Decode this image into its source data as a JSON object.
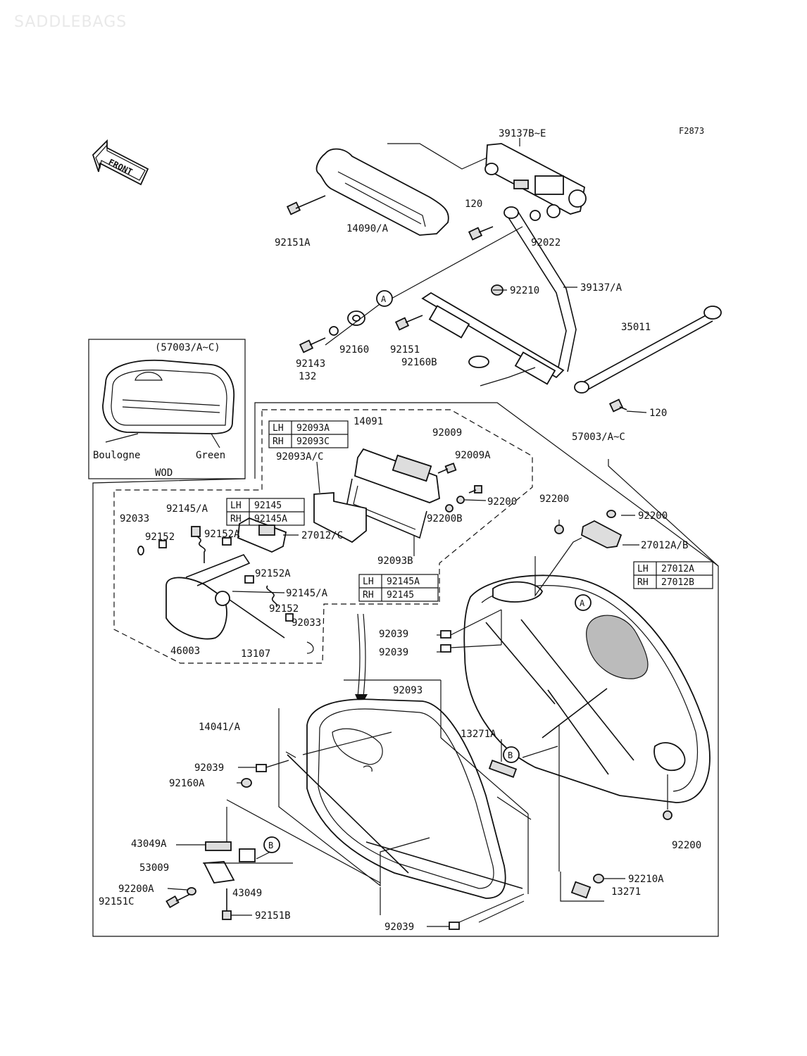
{
  "watermark": "SADDLEBAGS",
  "figure_code": "F2873",
  "front_label": "FRONT",
  "inset": {
    "title": "(57003/A~C)",
    "left_label": "Boulogne",
    "right_label": "Green",
    "footer": "WOD"
  },
  "tables": {
    "t92093": [
      [
        "LH",
        "92093A"
      ],
      [
        "RH",
        "92093C"
      ]
    ],
    "t92145": [
      [
        "LH",
        "92145"
      ],
      [
        "RH",
        "92145A"
      ]
    ],
    "t92145A": [
      [
        "LH",
        "92145A"
      ],
      [
        "RH",
        "92145"
      ]
    ],
    "t27012": [
      [
        "LH",
        "27012A"
      ],
      [
        "RH",
        "27012B"
      ]
    ]
  },
  "callouts": {
    "A": "A",
    "B": "B"
  },
  "labels": {
    "p39137BE": "39137B~E",
    "p120a": "120",
    "p92151A": "92151A",
    "p14090": "14090/A",
    "p92022": "92022",
    "p92210": "92210",
    "p39137A": "39137/A",
    "p35011": "35011",
    "p92160": "92160",
    "p92151": "92151",
    "p92143": "92143",
    "p92160B": "92160B",
    "p132": "132",
    "p120b": "120",
    "p57003": "57003/A~C",
    "p14091": "14091",
    "p92009": "92009",
    "p92009A": "92009A",
    "p92093AC": "92093A/C",
    "p92200a": "92200",
    "p92200B": "92200B",
    "p92093B": "92093B",
    "p92200b": "92200",
    "p92200c": "92200",
    "p27012AB": "27012A/B",
    "p92145A_top": "92145/A",
    "p92033a": "92033",
    "p92152a": "92152",
    "p92152A_a": "92152A",
    "p27012C": "27012/C",
    "p92152A_b": "92152A",
    "p92145A_b": "92145/A",
    "p92152b": "92152",
    "p92033b": "92033",
    "p46003": "46003",
    "p13107": "13107",
    "p92039a": "92039",
    "p92039b": "92039",
    "p92093": "92093",
    "p14041": "14041/A",
    "p13271A": "13271A",
    "p92039c": "92039",
    "p92160A": "92160A",
    "p92200d": "92200",
    "p43049A": "43049A",
    "p53009": "53009",
    "p43049": "43049",
    "p92200A": "92200A",
    "p92151C": "92151C",
    "p92151B": "92151B",
    "p92210A": "92210A",
    "p13271": "13271",
    "p92039d": "92039"
  }
}
